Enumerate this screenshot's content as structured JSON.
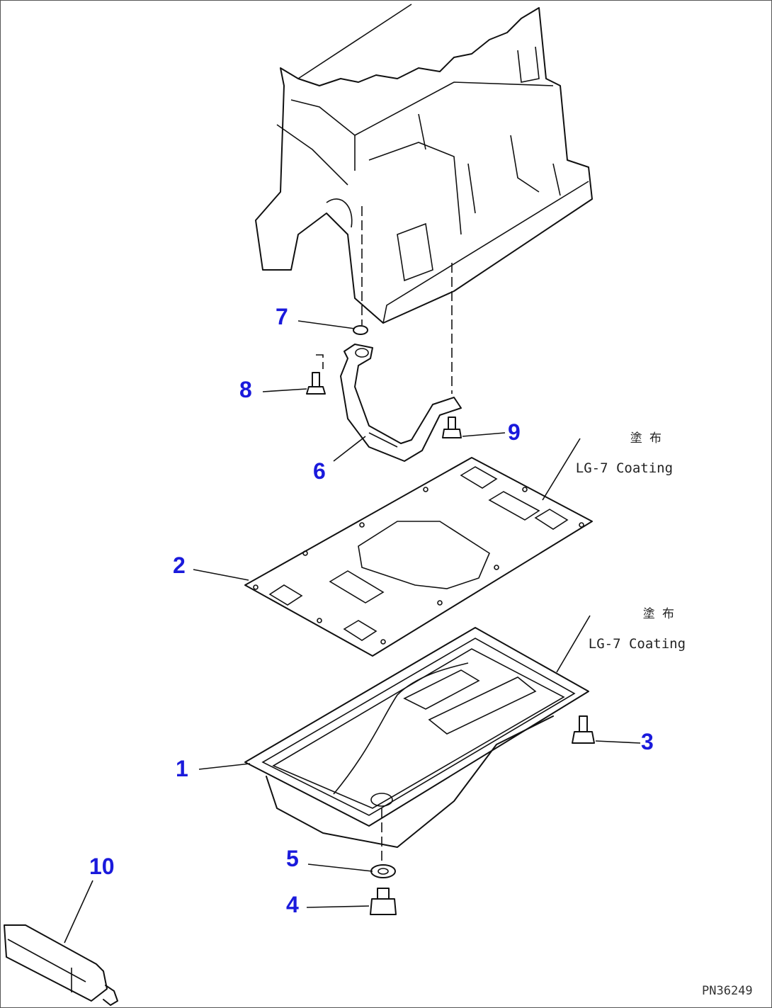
{
  "callouts": {
    "c1": "1",
    "c2": "2",
    "c3": "3",
    "c4": "4",
    "c5": "5",
    "c6": "6",
    "c7": "7",
    "c8": "8",
    "c9": "9",
    "c10": "10"
  },
  "notes": {
    "gasket_note_jp": "塗 布",
    "gasket_note": "LG-7 Coating",
    "pan_note_jp": "塗 布",
    "pan_note": "LG-7 Coating"
  },
  "drawing_number": "PN36249",
  "colors": {
    "callout": "#1a1adc",
    "linework": "#111111"
  }
}
